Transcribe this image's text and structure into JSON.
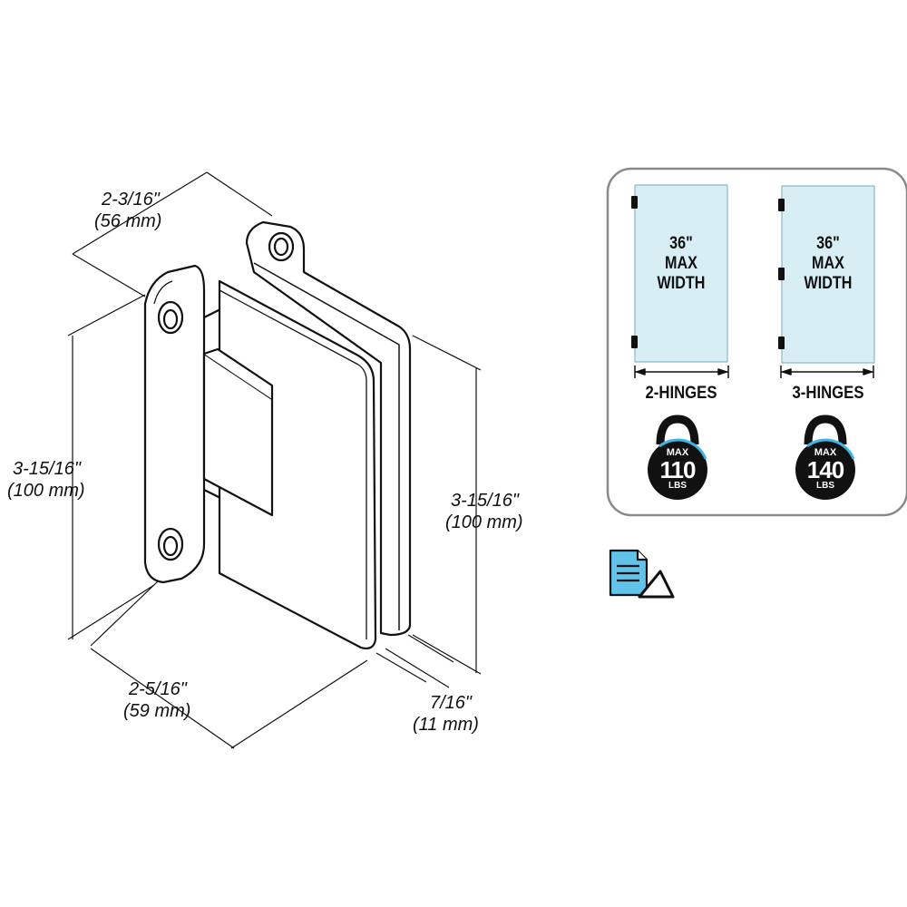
{
  "dimensions": {
    "top_width": {
      "imperial": "2-3/16\"",
      "metric": "(56 mm)"
    },
    "left_height": {
      "imperial": "3-15/16\"",
      "metric": "(100 mm)"
    },
    "right_height": {
      "imperial": "3-15/16\"",
      "metric": "(100 mm)"
    },
    "bottom_width": {
      "imperial": "2-5/16\"",
      "metric": "(59 mm)"
    },
    "thickness": {
      "imperial": "7/16\"",
      "metric": "(11 mm)"
    }
  },
  "panel": {
    "options": [
      {
        "width_lines": [
          "36\"",
          "MAX",
          "WIDTH"
        ],
        "hinge_label": "2-HINGES",
        "hinges": 2,
        "weight": {
          "top": "MAX",
          "value": "110",
          "unit": "LBS"
        }
      },
      {
        "width_lines": [
          "36\"",
          "MAX",
          "WIDTH"
        ],
        "hinge_label": "3-HINGES",
        "hinges": 3,
        "weight": {
          "top": "MAX",
          "value": "140",
          "unit": "LBS"
        }
      }
    ]
  },
  "colors": {
    "glass": "#d7eef4",
    "glass_border": "#8fb7c4",
    "weight_ring": "#41b6e6",
    "doc_icon": "#62c3ea"
  },
  "icons": {
    "spec_sheet": "document-with-triangle-ruler-icon"
  }
}
